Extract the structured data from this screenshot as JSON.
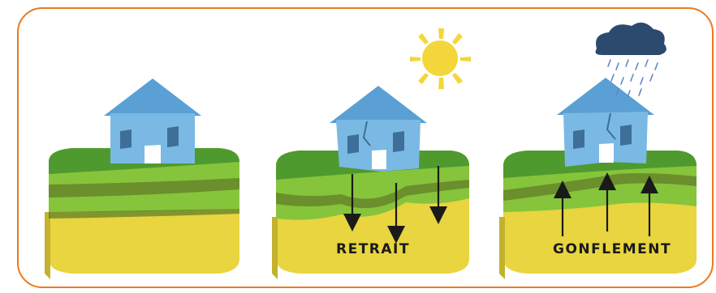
{
  "labels": {
    "shrink": "RETRAIT",
    "swell": "GONFLEMENT"
  },
  "colors": {
    "frame_border": "#ea7a1f",
    "house_blue": "#7ab9e3",
    "roof_blue": "#5aa0d4",
    "grass_green": "#4e9a2f",
    "grass_light": "#86c43b",
    "soil_dark": "#3d6b22",
    "clay_yellow": "#e8d53f",
    "sun_yellow": "#f3d63a",
    "cloud_navy": "#2c4a6e",
    "rain_blue": "#5e88c6"
  },
  "panels": [
    {
      "state": "normal"
    },
    {
      "state": "retrait",
      "weather": "sun-icon",
      "arrows": "down"
    },
    {
      "state": "gonflement",
      "weather": "rain-cloud-icon",
      "arrows": "up"
    }
  ]
}
